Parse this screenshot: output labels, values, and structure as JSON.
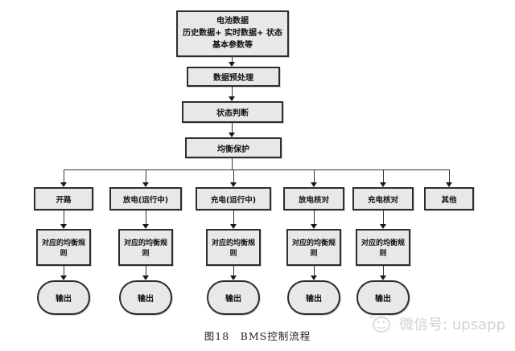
{
  "diagram": {
    "top_box": {
      "line1": "电池数据",
      "line2": "历史数据+ 实时数据+ 状态",
      "line3": "基本参数等"
    },
    "stack": [
      {
        "label": "数据预处理"
      },
      {
        "label": "状态判断"
      },
      {
        "label": "均衡保护"
      }
    ],
    "branches": [
      {
        "label": "开路"
      },
      {
        "label": "放电(运行中)"
      },
      {
        "label": "充电(运行中)"
      },
      {
        "label": "放电核对"
      },
      {
        "label": "充电核对"
      },
      {
        "label": "其他"
      }
    ],
    "rule_boxes": [
      {
        "label": "对应的均衡规则"
      },
      {
        "label": "对应的均衡规则"
      },
      {
        "label": "对应的均衡规则"
      },
      {
        "label": "对应的均衡规则"
      },
      {
        "label": "对应的均衡规则"
      }
    ],
    "outputs": [
      {
        "label": "输出"
      },
      {
        "label": "输出"
      },
      {
        "label": "输出"
      },
      {
        "label": "输出"
      },
      {
        "label": "输出"
      }
    ]
  },
  "caption": {
    "text": "图18　BMS控制流程"
  },
  "watermark": {
    "icon": "wechat-face-icon",
    "text": "微信号: upsapp"
  },
  "colors": {
    "box_fill": "#e8e8e8",
    "box_border": "#2d2d2d",
    "connector": "#333333",
    "watermark_text": "#d2d2d2"
  }
}
